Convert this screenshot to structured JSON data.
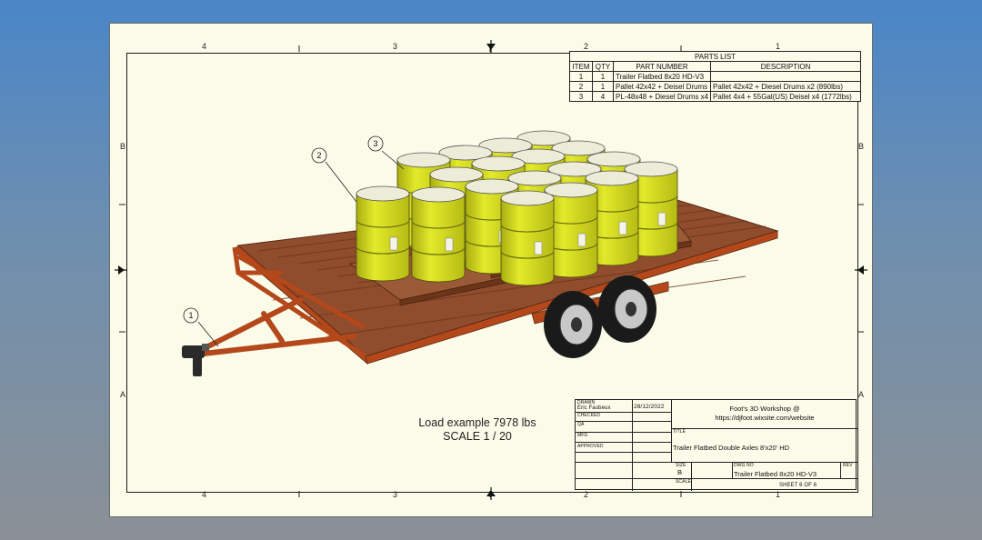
{
  "zones": {
    "columns": [
      "4",
      "3",
      "2",
      "1"
    ],
    "rows": [
      "B",
      "A"
    ]
  },
  "parts_list": {
    "title": "PARTS LIST",
    "headers": [
      "ITEM",
      "QTY",
      "PART NUMBER",
      "DESCRIPTION"
    ],
    "rows": [
      [
        "1",
        "1",
        "Trailer Flatbed 8x20 HD-V3",
        ""
      ],
      [
        "2",
        "1",
        "Pallet 42x42 + Deisel Drums",
        "Pallet 42x42 + Diesel Drums x2 (890lbs)"
      ],
      [
        "3",
        "4",
        "PL-48x48 + Diesel Drums x4",
        "Pallet 4x4 + 55Gal(US) Deisel x4 (1772lbs)"
      ]
    ]
  },
  "balloons": [
    "1",
    "2",
    "3"
  ],
  "note": {
    "line1": "Load example 7978 lbs",
    "line2": "SCALE 1 / 20"
  },
  "title_block": {
    "drawn_label": "DRAWN",
    "drawn_by": "Eric Faubeux",
    "date": "28/12/2022",
    "checked_label": "CHECKED",
    "qa_label": "QA",
    "mfg_label": "MFG",
    "approved_label": "APPROVED",
    "company": "Foot's 3D Workshop @",
    "website": "https://djfoot.wixsite.com/website",
    "title_label": "TITLE",
    "title": "Trailer Flatbed Double Axles 8'x20' HD",
    "size_label": "SIZE",
    "size": "B",
    "dwg_label": "DWG NO",
    "dwg_no": "Trailer Flatbed 8x20 HD-V3",
    "rev_label": "REV",
    "scale_label": "SCALE",
    "sheet": "SHEET 6   OF 6"
  },
  "colors": {
    "paper": "#fbfbe9",
    "frame": "#222222",
    "trailer_frame": "#b4481a",
    "deck": "#8a4a2a",
    "drum": "#d8df1e",
    "drum_top": "#ececd8",
    "tire": "#1a1a1a"
  }
}
